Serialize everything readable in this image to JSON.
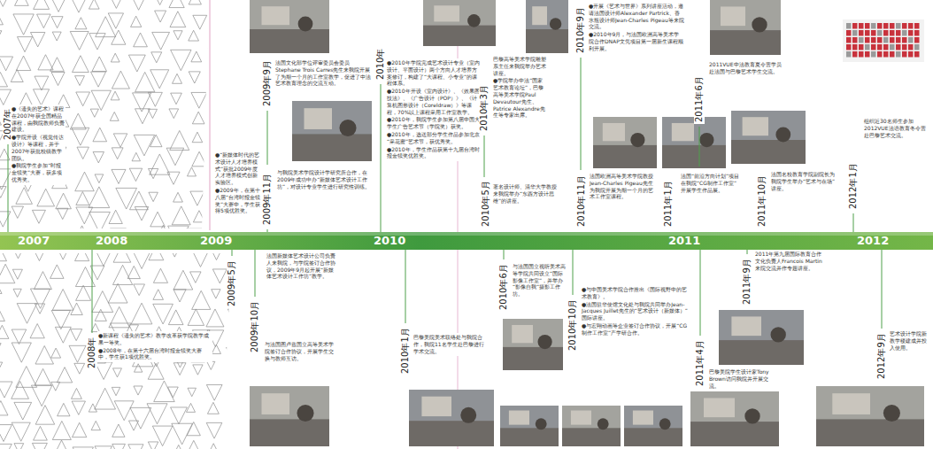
{
  "diagram": {
    "labels": [
      "2007年",
      "●《遗失的艺术》课程在2007年获全国精品课程，由我院教师负责建设。",
      "●学院开设《视觉传达设计》等课程，并于2007年获批校级教学团队。",
      "●我院学生参加“时报金犊奖”大赛，获多项优秀奖。",
      "2009年9月",
      "法国文化部学位评审委员会委员Stephane Trois Carres先生来我院开展了为期一个月的工作室教学，促进了中法艺术教育理念的交流互动。",
      "2009年11月",
      "与我院美术学院设计学研究所合作，在2009年成功申办“新媒体艺术设计工作坊”，对设计专业学生进行研究性训练。",
      "●“新媒体时代的艺术设计人才培养模式”获批2009年度人才培养模式创新实验区。",
      "●2009年，在第十八届“台湾时报金犊奖”大赛中，学生获得5项优胜奖。",
      "2010年",
      "●2010年学院完成艺术设计专业（室内设计、平面设计）两个方向人才培养方案修订，构建了“大课程、小专业”的课程体系。",
      "●2010年开设《室内设计》、《效果图技法》、《广告设计（POP）》、《计算机图形设计（Coreldraw）》等课程，70%以上课程采用工作室教学。",
      "●2010年，我院学生参加第八届中国大学生广告艺术节（学院奖）获奖。",
      "●2010年，选送部分学生作品参加北京“采花蜜”艺术节，获优秀奖。",
      "●2010年，学生作品获第十九届台湾时报金犊奖优胜奖。",
      "2010年3月",
      "巴黎高等美术学院雕塑系主任来我院举办艺术讲座。",
      "●学院举办中法“国家艺术教育论坛”，巴黎高等美术学院Paul Devautour先生、Patrice Alexandre先生等专家出席。",
      "2010年5月",
      "著名设计师、清华大学教授来我院举办“东西方设计思维”的讲座。",
      "2010年9月",
      "●开展《艺术与世界》系列讲座活动，邀请法国设计师Alexander Partrick、香水瓶设计师Jean-Charles Pigeau等来院交流。",
      "●2010年9月，与法国欧洲高等美术学院合作DNAP文凭项目第一届新生课程顺利开展。",
      "2010年11月",
      "法国欧洲高等美术学院教授Jean-Charles Pigeau先生为我院开展为期一个月的艺术工作室课程。",
      "2011年1月",
      "法国“前沿方向计划”项目在我院“CG制作工作室”开展学生作品展。",
      "2011年6月",
      "2011VUE中法教育夏令营学员赴法国与巴黎艺术学生交流。",
      "2011年10月",
      "法国名校教育学院副院长为我院学生举办“艺术与在场”讲座。",
      "2012年1月",
      "组织近30名师生参加2012VUE法语教育冬令营赴巴黎艺术交流。",
      "2008年",
      "●新课程《遗失的艺术》教学改革获学院教学成果一等奖。",
      "●2008年，在第十六届台湾时报金犊奖大赛中，学生获1项优胜奖。",
      "2009年5月",
      "法国新媒体艺术设计公司负责人来我院，与学院签订合作协议，2009年9月起开展“新媒体艺术设计工作坊”教学。",
      "2009年10月",
      "与法国图卢兹国立高等美术学院签订合作协议，开展学生交换与教师互访。",
      "2010年1月",
      "巴黎美院美术联络处与我院合作，我院11名学生赴巴黎进行学术交流。",
      "2010年6月",
      "与法国国立视听美术高等学院共同设立“国际影像工作室”，并举办“影像自我”摄影工作坊。",
      "2010年10月",
      "●与中国美术学院合作推出《国际视野中的艺术教育》。",
      "●法国驻华使馆文化处与我院共同举办Jean-Jacques Juillet先生的“艺术设计（新媒体）”国际讲座。",
      "●与宏翔动画等企业签订合作协议，开展“CG制作工作室”产学研合作。",
      "2011年4月",
      "巴黎美院学生设计家Tony Brown访问我院并开展交流。",
      "2011年9月",
      "2011年第九届国际教育合作文化负责人Francois Martin来院交流并作专题讲座。",
      "2012年9月",
      "艺术设计学院新教学楼建成并投入使用。",
      "2007",
      "2008",
      "2009",
      "2010",
      "2011",
      "2012"
    ]
  }
}
